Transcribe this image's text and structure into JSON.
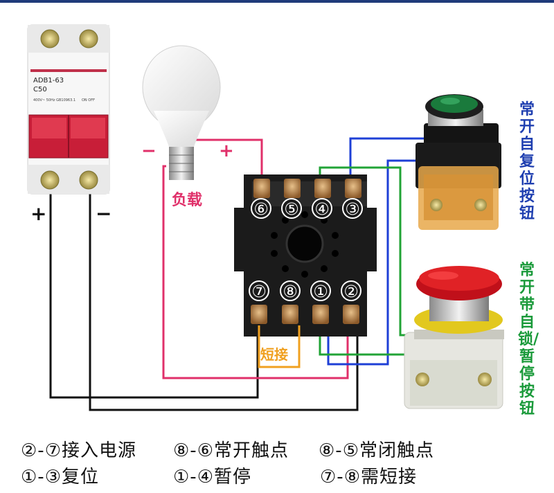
{
  "breaker": {
    "model": "ADB1-63",
    "rating": "C50",
    "small_print_left": "400V~ 50Hz GB10963.1",
    "small_print_right": "ON OFF",
    "plus": "+",
    "minus": "−"
  },
  "lamp": {
    "minus": "−",
    "plus": "+",
    "label": "负载"
  },
  "relay_base": {
    "top_terminals": [
      "⑥",
      "⑤",
      "④",
      "③"
    ],
    "bottom_terminals": [
      "⑦",
      "⑧",
      "①",
      "②"
    ],
    "jumper_label": "短接"
  },
  "buttons": {
    "reset_button_label": "常开自复位按钮",
    "latching_button_label": "常开带自锁/暂停按钮"
  },
  "colors": {
    "red_wire": "#e0306a",
    "blue_wire": "#1e3fd6",
    "green_wire": "#21a336",
    "black_wire": "#111111",
    "jumper": "#f0a020",
    "reset_label": "#1f3fb0",
    "latching_label": "#1a9a3a"
  },
  "legend": {
    "row1": [
      "②-⑦接入电源",
      "⑧-⑥常开触点",
      "⑧-⑤常闭触点"
    ],
    "row2": [
      "①-③复位",
      "①-④暂停",
      "⑦-⑧需短接"
    ]
  }
}
